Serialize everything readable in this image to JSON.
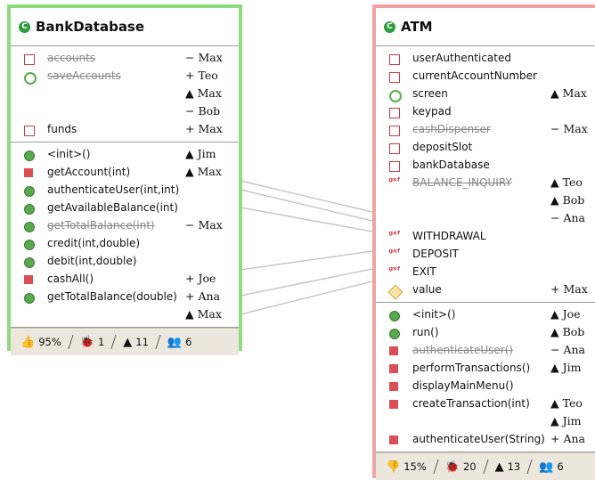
{
  "bank": {
    "title": "BankDatabase",
    "class_icon": "C",
    "fields": [
      {
        "name": "accounts",
        "icon": "private-field",
        "strike": true,
        "author": "− Max"
      },
      {
        "name": "saveAccounts",
        "icon": "public-field",
        "strike": true,
        "author": "+ Teo"
      },
      {
        "name": "",
        "icon": "",
        "strike": false,
        "author": "▲ Max"
      },
      {
        "name": "",
        "icon": "",
        "strike": false,
        "author": "− Bob"
      },
      {
        "name": "funds",
        "icon": "private-field",
        "strike": false,
        "author": "+ Max"
      }
    ],
    "methods": [
      {
        "name": "<init>()",
        "icon": "public-method",
        "strike": false,
        "author": "▲ Jim"
      },
      {
        "name": "getAccount(int)",
        "icon": "private-method",
        "strike": false,
        "author": "▲ Max"
      },
      {
        "name": "authenticateUser(int,int)",
        "icon": "public-method",
        "strike": false,
        "author": ""
      },
      {
        "name": "getAvailableBalance(int)",
        "icon": "public-method",
        "strike": false,
        "author": ""
      },
      {
        "name": "getTotalBalance(int)",
        "icon": "public-method",
        "strike": true,
        "author": "− Max"
      },
      {
        "name": "credit(int,double)",
        "icon": "public-method",
        "strike": false,
        "author": ""
      },
      {
        "name": "debit(int,double)",
        "icon": "public-method",
        "strike": false,
        "author": ""
      },
      {
        "name": "cashAll()",
        "icon": "private-method",
        "strike": false,
        "author": "+ Joe"
      },
      {
        "name": "getTotalBalance(double)",
        "icon": "public-method",
        "strike": false,
        "author": "+ Ana"
      },
      {
        "name": "",
        "icon": "",
        "strike": false,
        "author": "▲ Max"
      }
    ],
    "footer": {
      "rating": "95%",
      "bugs": "1",
      "changes": "11",
      "users": "6"
    }
  },
  "atm": {
    "title": "ATM",
    "class_icon": "C",
    "fields": [
      {
        "name": "userAuthenticated",
        "icon": "private-field",
        "strike": false,
        "author": ""
      },
      {
        "name": "currentAccountNumber",
        "icon": "private-field",
        "strike": false,
        "author": ""
      },
      {
        "name": "screen",
        "icon": "public-field",
        "strike": false,
        "author": "▲ Max"
      },
      {
        "name": "keypad",
        "icon": "private-field",
        "strike": false,
        "author": ""
      },
      {
        "name": "cashDispenser",
        "icon": "private-field",
        "strike": true,
        "author": "− Max"
      },
      {
        "name": "depositSlot",
        "icon": "private-field",
        "strike": false,
        "author": ""
      },
      {
        "name": "bankDatabase",
        "icon": "private-field",
        "strike": false,
        "author": ""
      },
      {
        "name": "BALANCE_INQUIRY",
        "icon": "static-final",
        "strike": true,
        "author": "▲ Teo"
      },
      {
        "name": "",
        "icon": "",
        "strike": false,
        "author": "▲ Bob"
      },
      {
        "name": "",
        "icon": "",
        "strike": false,
        "author": "− Ana"
      },
      {
        "name": "WITHDRAWAL",
        "icon": "static-final",
        "strike": false,
        "author": ""
      },
      {
        "name": "DEPOSIT",
        "icon": "static-final",
        "strike": false,
        "author": ""
      },
      {
        "name": "EXIT",
        "icon": "static-final",
        "strike": false,
        "author": ""
      },
      {
        "name": "value",
        "icon": "protected-field",
        "strike": false,
        "author": "+ Max"
      }
    ],
    "methods": [
      {
        "name": "<init>()",
        "icon": "public-method",
        "strike": false,
        "author": "▲ Joe"
      },
      {
        "name": "run()",
        "icon": "public-method",
        "strike": false,
        "author": "▲ Bob"
      },
      {
        "name": "authenticateUser()",
        "icon": "private-method",
        "strike": true,
        "author": "− Ana"
      },
      {
        "name": "performTransactions()",
        "icon": "private-method",
        "strike": false,
        "author": "▲ Jim"
      },
      {
        "name": "displayMainMenu()",
        "icon": "private-method",
        "strike": false,
        "author": ""
      },
      {
        "name": "createTransaction(int)",
        "icon": "private-method",
        "strike": false,
        "author": "▲ Teo"
      },
      {
        "name": "",
        "icon": "",
        "strike": false,
        "author": "▲ Jim"
      },
      {
        "name": "authenticateUser(String)",
        "icon": "private-method",
        "strike": false,
        "author": "+ Ana"
      }
    ],
    "footer": {
      "rating": "15%",
      "bugs": "20",
      "changes": "13",
      "users": "6"
    }
  },
  "colors": {
    "bank_border": "#8fdc7f",
    "atm_border": "#f0a3a3",
    "connector": "#c8c8c8"
  }
}
